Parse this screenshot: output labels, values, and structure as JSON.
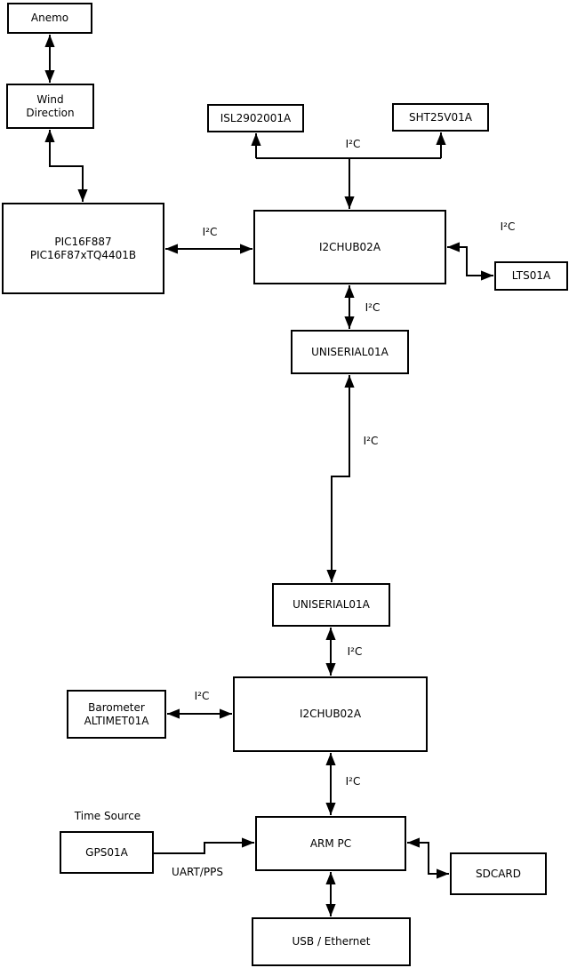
{
  "diagram": {
    "type": "block-diagram",
    "colors": {
      "background": "#ffffff",
      "line": "#000000",
      "box_fill": "#ffffff",
      "text": "#000000"
    },
    "nodes": {
      "anemo": "Anemo",
      "wind_direction": "Wind\nDirection",
      "pic": "PIC16F887\nPIC16F87xTQ4401B",
      "isl": "ISL2902001A",
      "sht": "SHT25V01A",
      "i2c_hub_top": "I2CHUB02A",
      "lts": "LTS01A",
      "uniserial_top": "UNISERIAL01A",
      "uniserial_bottom": "UNISERIAL01A",
      "i2c_hub_bottom": "I2CHUB02A",
      "barometer": "Barometer\nALTIMET01A",
      "gps": "GPS01A",
      "arm_pc": "ARM PC",
      "sdcard": "SDCARD",
      "usb_ethernet": "USB / Ethernet"
    },
    "edge_labels": {
      "isl_sht_bus": "I²C",
      "pic_to_hub": "I²C",
      "hub_to_lts": "I²C",
      "hub_to_uniserial": "I²C",
      "uniserial_link": "I²C",
      "uniserial_to_hub2": "I²C",
      "barometer_to_hub2": "I²C",
      "hub2_to_arm": "I²C",
      "gps_to_arm": "UART/PPS",
      "time_source": "Time Source"
    }
  }
}
